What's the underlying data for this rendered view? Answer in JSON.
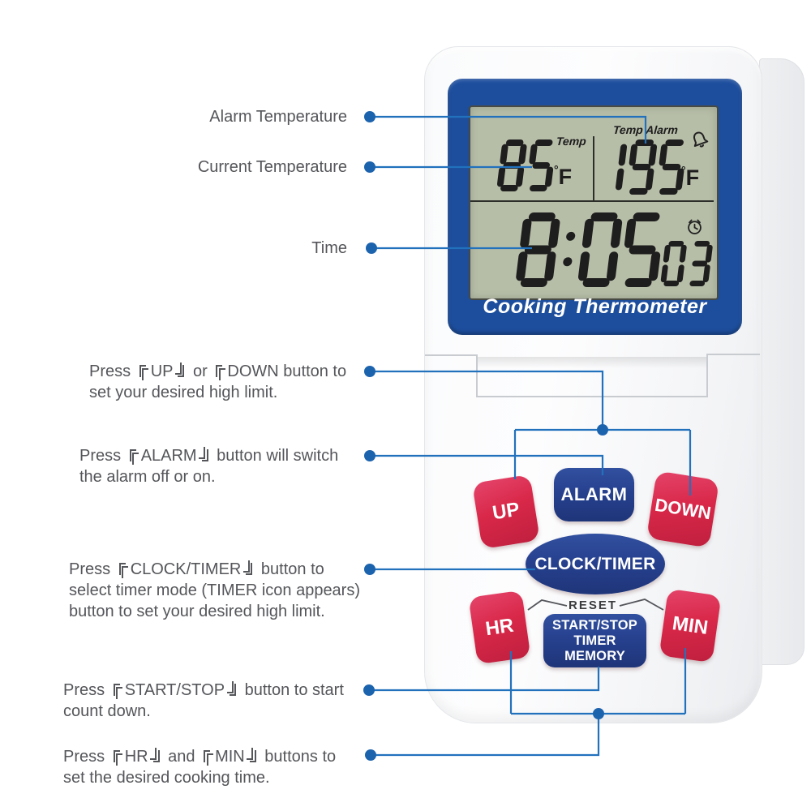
{
  "device": {
    "display": {
      "current": {
        "label": "Temp",
        "value": "85",
        "unit_symbol": "°",
        "unit_letter": "F"
      },
      "alarm": {
        "label": "Temp Alarm",
        "value": "195",
        "unit_symbol": "°",
        "unit_letter": "F"
      },
      "clock": {
        "time": "8:05",
        "seconds": "03"
      },
      "caption": "Cooking Thermometer"
    },
    "buttons": {
      "up": "UP",
      "alarm": "ALARM",
      "down": "DOWN",
      "clock_timer": "CLOCK/TIMER",
      "reset": "RESET",
      "hr": "HR",
      "start_stop_line1": "START/STOP",
      "start_stop_line2": "TIMER MEMORY",
      "min": "MIN"
    },
    "icons": {
      "bell": "bell-icon",
      "alarm_clock": "alarm-clock-icon"
    }
  },
  "annotations": {
    "alarm_temperature": "Alarm Temperature",
    "current_temperature": "Current Temperature",
    "time": "Time",
    "up_down": {
      "l1": "Press 『UP』 or 『DOWN button to",
      "l2": "set your desired high limit."
    },
    "alarm": {
      "l1": "Press 『ALARM』 button will switch",
      "l2": "the alarm off or on."
    },
    "clock_timer": {
      "l1": "Press 『CLOCK/TIMER』 button to",
      "l2": "select timer mode (TIMER icon appears)",
      "l3": "button to set your desired high limit."
    },
    "start_stop": {
      "l1": "Press 『START/STOP』 button to start",
      "l2": "count down."
    },
    "hr_min": {
      "l1": "Press 『HR』 and 『MIN』 buttons to",
      "l2": "set the desired cooking time."
    }
  },
  "colors": {
    "annotation_line": "#2171bd",
    "annotation_dot": "#1c63ae",
    "bezel_blue": "#1d4e9d",
    "lcd_green": "#b7bea8",
    "button_red": "#d92849",
    "button_red_dark": "#c01f3e",
    "button_blue": "#27418f",
    "button_blue_dark": "#1f3579",
    "digit_black": "#1e1e1e",
    "label_gray": "#55565a"
  }
}
